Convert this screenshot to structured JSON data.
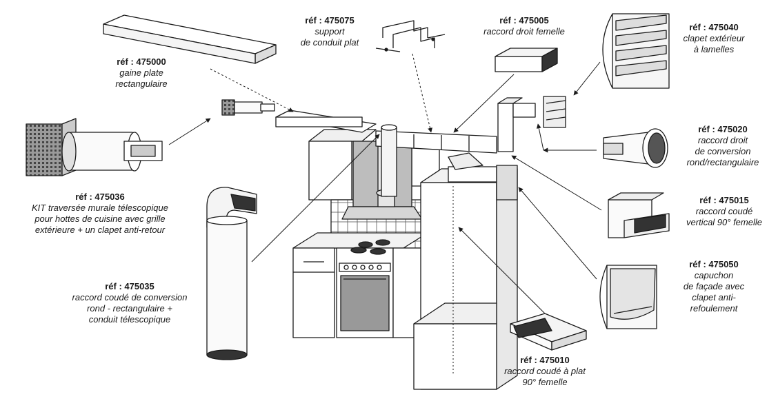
{
  "labels": [
    {
      "id": "gaine-plate",
      "ref": "réf : 475000",
      "desc": "gaine plate\nrectangulaire"
    },
    {
      "id": "support",
      "ref": "réf : 475075",
      "desc": "support\nde conduit plat"
    },
    {
      "id": "raccord-droit",
      "ref": "réf : 475005",
      "desc": "raccord droit femelle"
    },
    {
      "id": "clapet-lamelles",
      "ref": "réf : 475040",
      "desc": "clapet extérieur\nà lamelles"
    },
    {
      "id": "raccord-conversion",
      "ref": "réf : 475020",
      "desc": "raccord droit\nde conversion\nrond/rectangulaire"
    },
    {
      "id": "kit-traversee",
      "ref": "réf : 475036",
      "desc": "KIT traversée murale télescopique\npour hottes de cuisine avec grille\nextérieure + un clapet anti-retour"
    },
    {
      "id": "raccord-vertical",
      "ref": "réf : 475015",
      "desc": "raccord coudé\nvertical 90° femelle"
    },
    {
      "id": "raccord-coude-conversion",
      "ref": "réf : 475035",
      "desc": "raccord coudé de conversion\nrond - rectangulaire +\nconduit télescopique"
    },
    {
      "id": "capuchon",
      "ref": "réf : 475050",
      "desc": "capuchon\nde façade avec\nclapet anti-\nrefoulement"
    },
    {
      "id": "raccord-plat",
      "ref": "réf : 475010",
      "desc": "raccord coudé à plat\n90° femelle"
    }
  ]
}
